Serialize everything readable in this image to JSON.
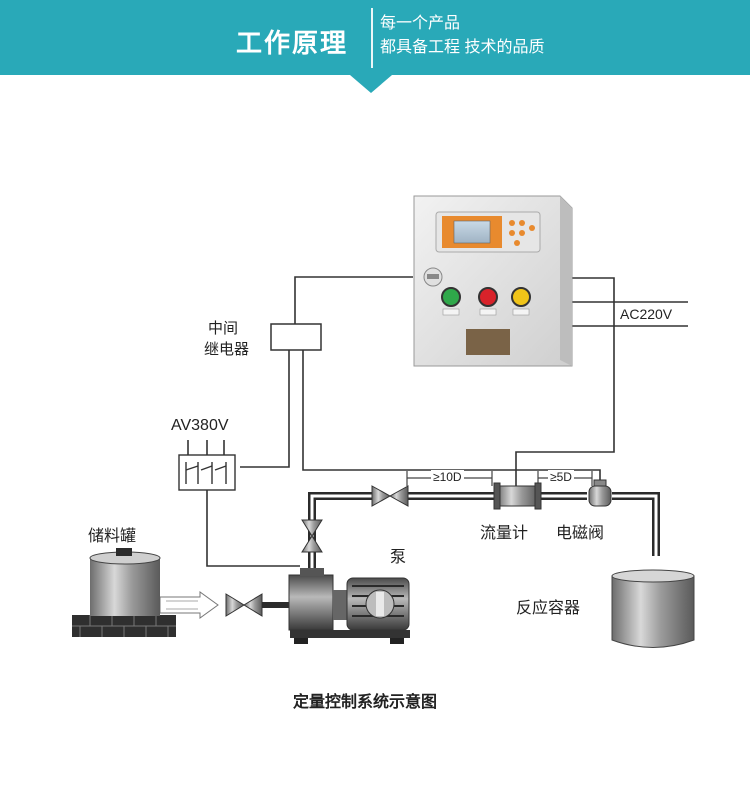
{
  "banner": {
    "title": "工作原理",
    "subtitle_line1": "每一个产品",
    "subtitle_line2": "都具备工程 技术的品质",
    "color": "#29a9b8"
  },
  "diagram": {
    "labels": {
      "relay_line1": "中间",
      "relay_line2": "继电器",
      "power_3phase": "AV380V",
      "power_single": "AC220V",
      "tank": "储料罐",
      "pump": "泵",
      "flowmeter": "流量计",
      "valve": "电磁阀",
      "reactor": "反应容器",
      "dist_upstream": "≥10D",
      "dist_downstream": "≥5D"
    },
    "caption": "定量控制系统示意图"
  }
}
